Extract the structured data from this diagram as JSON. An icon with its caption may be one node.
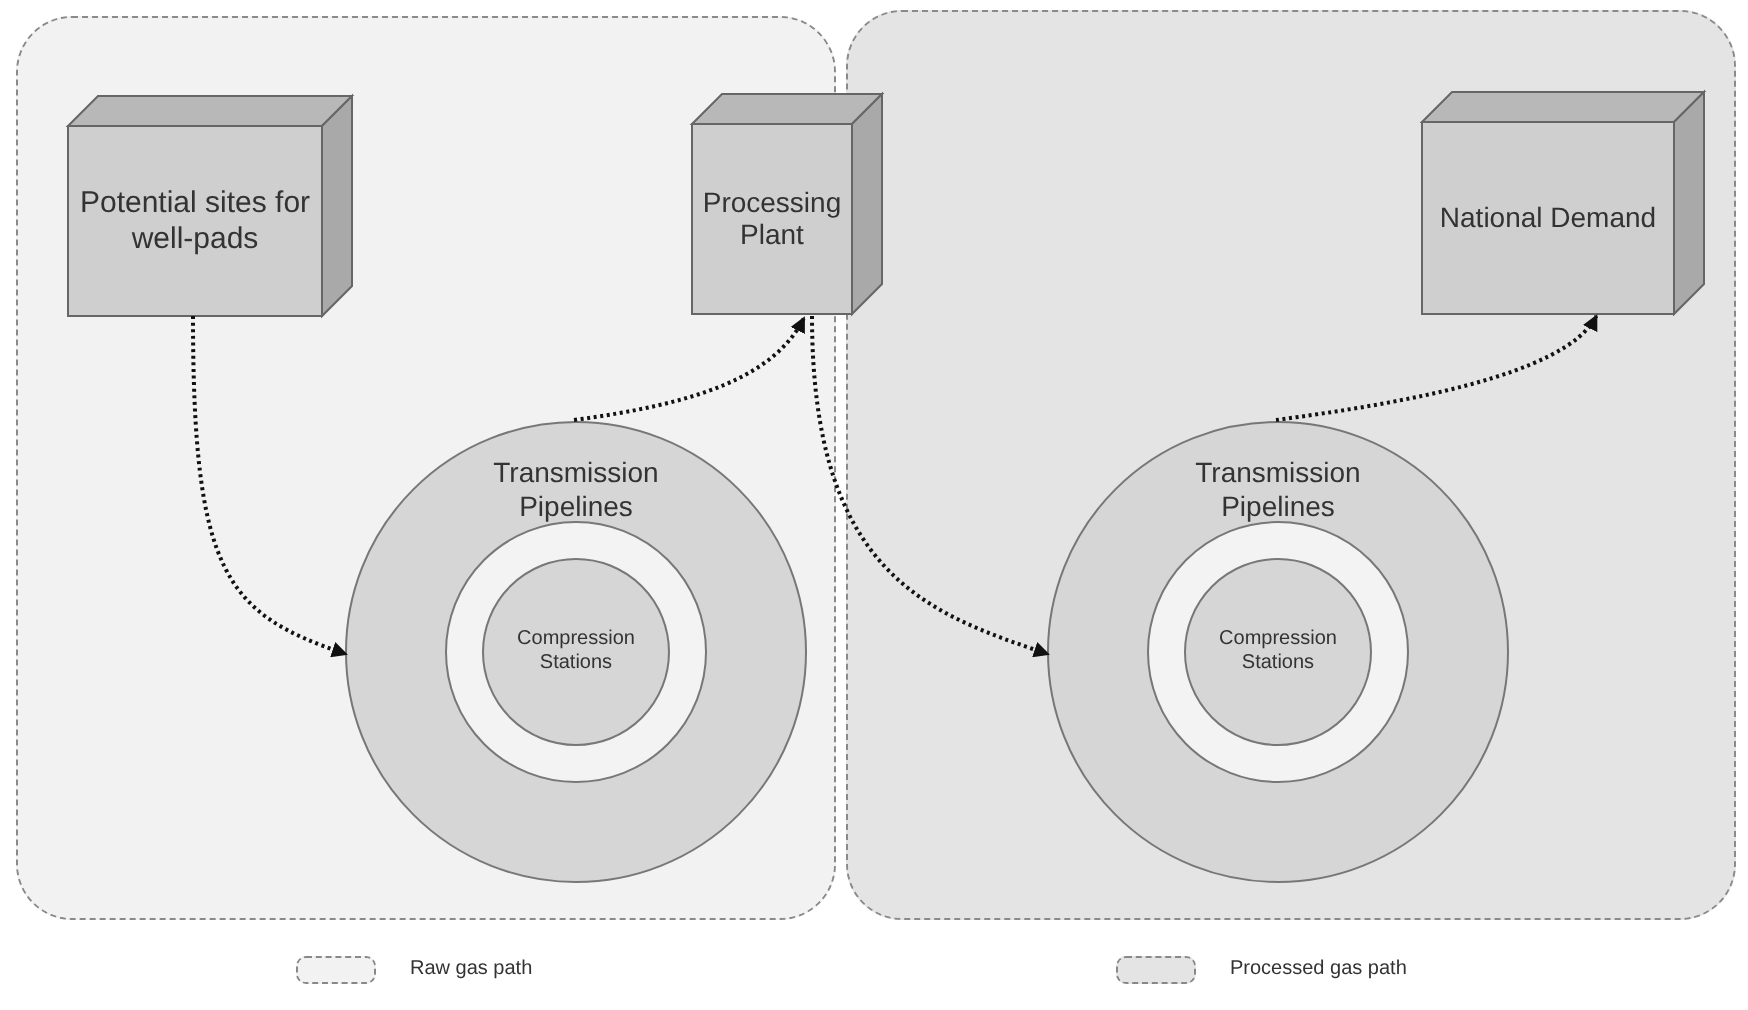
{
  "diagram": {
    "nodes": [
      {
        "text": [],
        "shape": "box"
      },
      {
        "text": [
          "Potential sites for well-pads"
        ],
        "in": 0
      },
      {
        "text": [
          "Processing Plant"
        ]
      },
      {
        "text": [
          "Transmission Pipelines"
        ],
        "in": 0
      },
      {
        "text": [
          "Compression Stations"
        ],
        "in": 3
      },
      {
        "text": [],
        "shape": "box"
      },
      {
        "text": [
          "National Demand"
        ],
        "in": 5
      },
      {
        "text": [
          "Transmission Pipelines"
        ],
        "in": 5
      },
      {
        "text": [
          "Compression Stations"
        ],
        "in": 7
      }
    ],
    "edges": [
      {
        "from": 1,
        "to": 3,
        "arrow": "to"
      },
      {
        "from": 3,
        "to": 2,
        "arrow": "to"
      },
      {
        "from": 2,
        "to": 7,
        "arrow": "to"
      },
      {
        "from": 7,
        "to": 6,
        "arrow": "to"
      }
    ],
    "legend": [
      {
        "text": "Raw gas path",
        "color": "#f2f2f2"
      },
      {
        "text": "Processed gas path",
        "color": "#e4e4e4"
      }
    ]
  }
}
